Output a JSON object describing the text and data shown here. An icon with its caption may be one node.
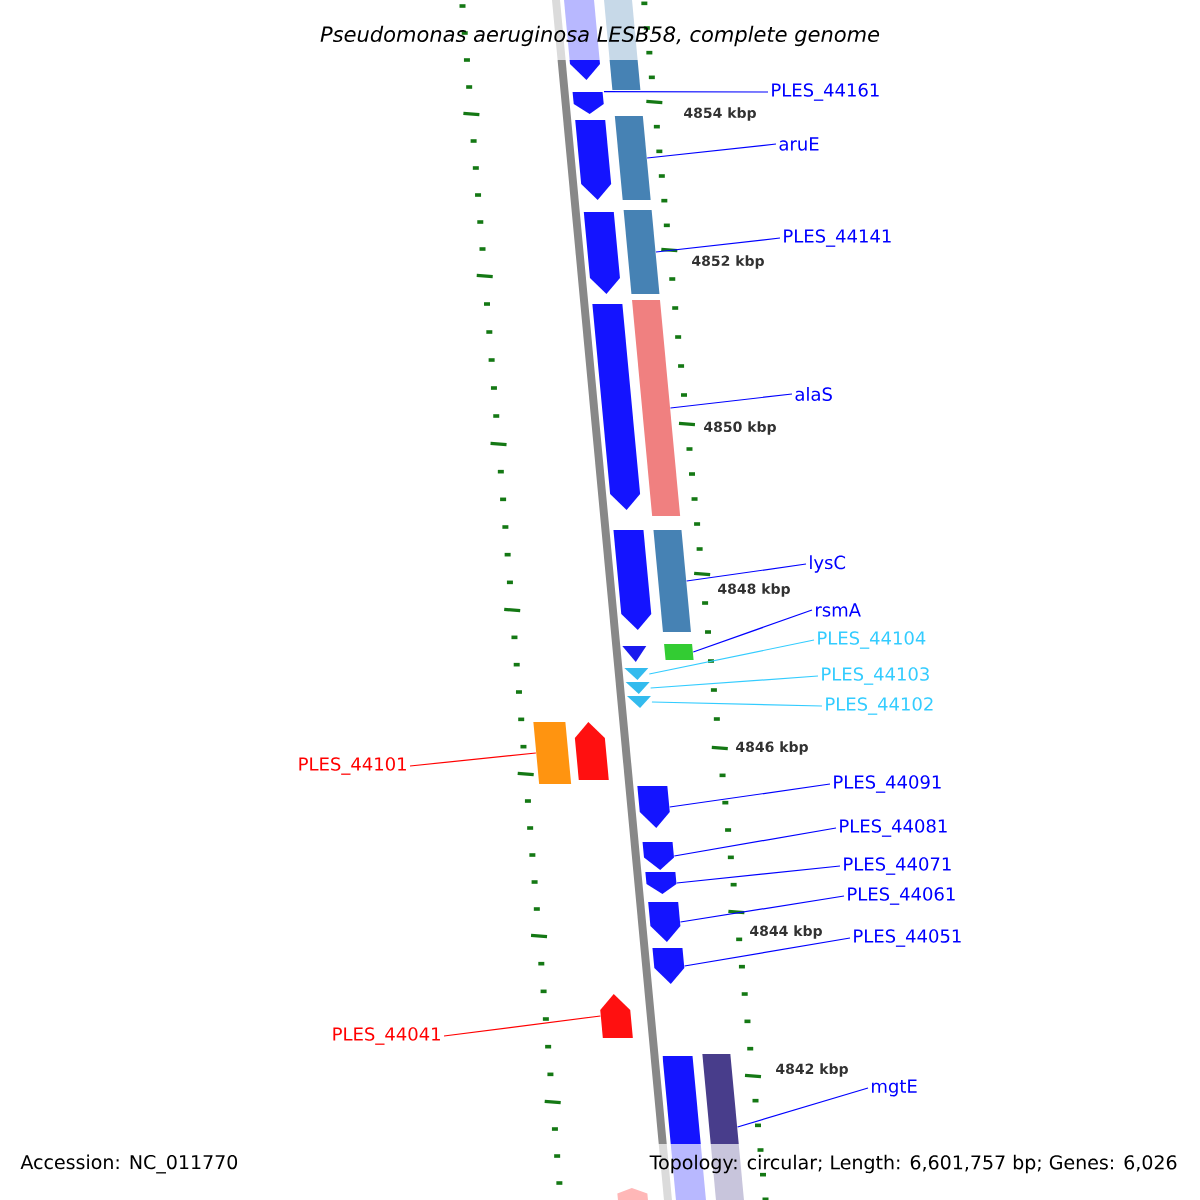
{
  "diagram": {
    "title": "Pseudomonas aeruginosa LESB58, complete genome",
    "nodes": [
      {
        "text": [],
        "shape": "arrow"
      },
      {
        "text": [],
        "shape": "bar"
      },
      {
        "text": [
          "PLES_44161"
        ]
      },
      {
        "text": [],
        "shape": "arrow"
      },
      {
        "text": [
          "aruE"
        ]
      },
      {
        "text": [],
        "shape": "arrow"
      },
      {
        "text": [],
        "shape": "bar"
      },
      {
        "text": [
          "PLES_44141"
        ]
      },
      {
        "text": [],
        "shape": "arrow"
      },
      {
        "text": [],
        "shape": "bar"
      },
      {
        "text": [
          "alaS"
        ]
      },
      {
        "text": [],
        "shape": "arrow"
      },
      {
        "text": [],
        "shape": "bar"
      },
      {
        "text": [
          "lysC"
        ]
      },
      {
        "text": [],
        "shape": "arrow"
      },
      {
        "text": [],
        "shape": "bar"
      },
      {
        "text": [
          "rsmA"
        ]
      },
      {
        "text": [],
        "shape": "triangle"
      },
      {
        "text": [],
        "shape": "box"
      },
      {
        "text": [
          "PLES_44104"
        ]
      },
      {
        "text": [],
        "shape": "triangle"
      },
      {
        "text": [
          "PLES_44103"
        ]
      },
      {
        "text": [],
        "shape": "triangle"
      },
      {
        "text": [
          "PLES_44102"
        ]
      },
      {
        "text": [],
        "shape": "triangle"
      },
      {
        "text": [
          "PLES_44101"
        ]
      },
      {
        "text": [],
        "shape": "box"
      },
      {
        "text": [],
        "shape": "arrow"
      },
      {
        "text": [
          "PLES_44091"
        ]
      },
      {
        "text": [],
        "shape": "arrow"
      },
      {
        "text": [
          "PLES_44081"
        ]
      },
      {
        "text": [],
        "shape": "arrow"
      },
      {
        "text": [
          "PLES_44071"
        ]
      },
      {
        "text": [],
        "shape": "arrow"
      },
      {
        "text": [
          "PLES_44061"
        ]
      },
      {
        "text": [],
        "shape": "arrow"
      },
      {
        "text": [
          "PLES_44051"
        ]
      },
      {
        "text": [],
        "shape": "arrow"
      },
      {
        "text": [
          "PLES_44041"
        ]
      },
      {
        "text": [],
        "shape": "arrow"
      },
      {
        "text": [
          "mgtE"
        ]
      },
      {
        "text": [],
        "shape": "bar"
      },
      {
        "text": [],
        "shape": "bar"
      },
      {
        "text": [],
        "shape": "arrow"
      }
    ],
    "edges": [
      {
        "from": 2,
        "to": 3,
        "arrow": "none"
      },
      {
        "from": 4,
        "to": 6,
        "arrow": "none"
      },
      {
        "from": 7,
        "to": 9,
        "arrow": "none"
      },
      {
        "from": 10,
        "to": 12,
        "arrow": "none"
      },
      {
        "from": 13,
        "to": 15,
        "arrow": "none"
      },
      {
        "from": 16,
        "to": 18,
        "arrow": "none"
      },
      {
        "from": 19,
        "to": 20,
        "arrow": "none",
        "color": "#33ccff"
      },
      {
        "from": 21,
        "to": 22,
        "arrow": "none",
        "color": "#33ccff"
      },
      {
        "from": 23,
        "to": 24,
        "arrow": "none",
        "color": "#33ccff"
      },
      {
        "from": 25,
        "to": 26,
        "arrow": "none",
        "color": "#ff0000"
      },
      {
        "from": 28,
        "to": 29,
        "arrow": "none"
      },
      {
        "from": 30,
        "to": 31,
        "arrow": "none"
      },
      {
        "from": 32,
        "to": 33,
        "arrow": "none"
      },
      {
        "from": 34,
        "to": 35,
        "arrow": "none"
      },
      {
        "from": 36,
        "to": 37,
        "arrow": "none"
      },
      {
        "from": 38,
        "to": 39,
        "arrow": "none",
        "color": "#ff0000"
      },
      {
        "from": 40,
        "to": 42,
        "arrow": "none"
      }
    ],
    "labels": [
      "4854 kbp",
      "4852 kbp",
      "4850 kbp",
      "4848 kbp",
      "4846 kbp",
      "4844 kbp",
      "4842 kbp",
      "Accession: NC_011770",
      "Topology: circular; Length: 6,601,757 bp; Genes: 6,026"
    ]
  }
}
